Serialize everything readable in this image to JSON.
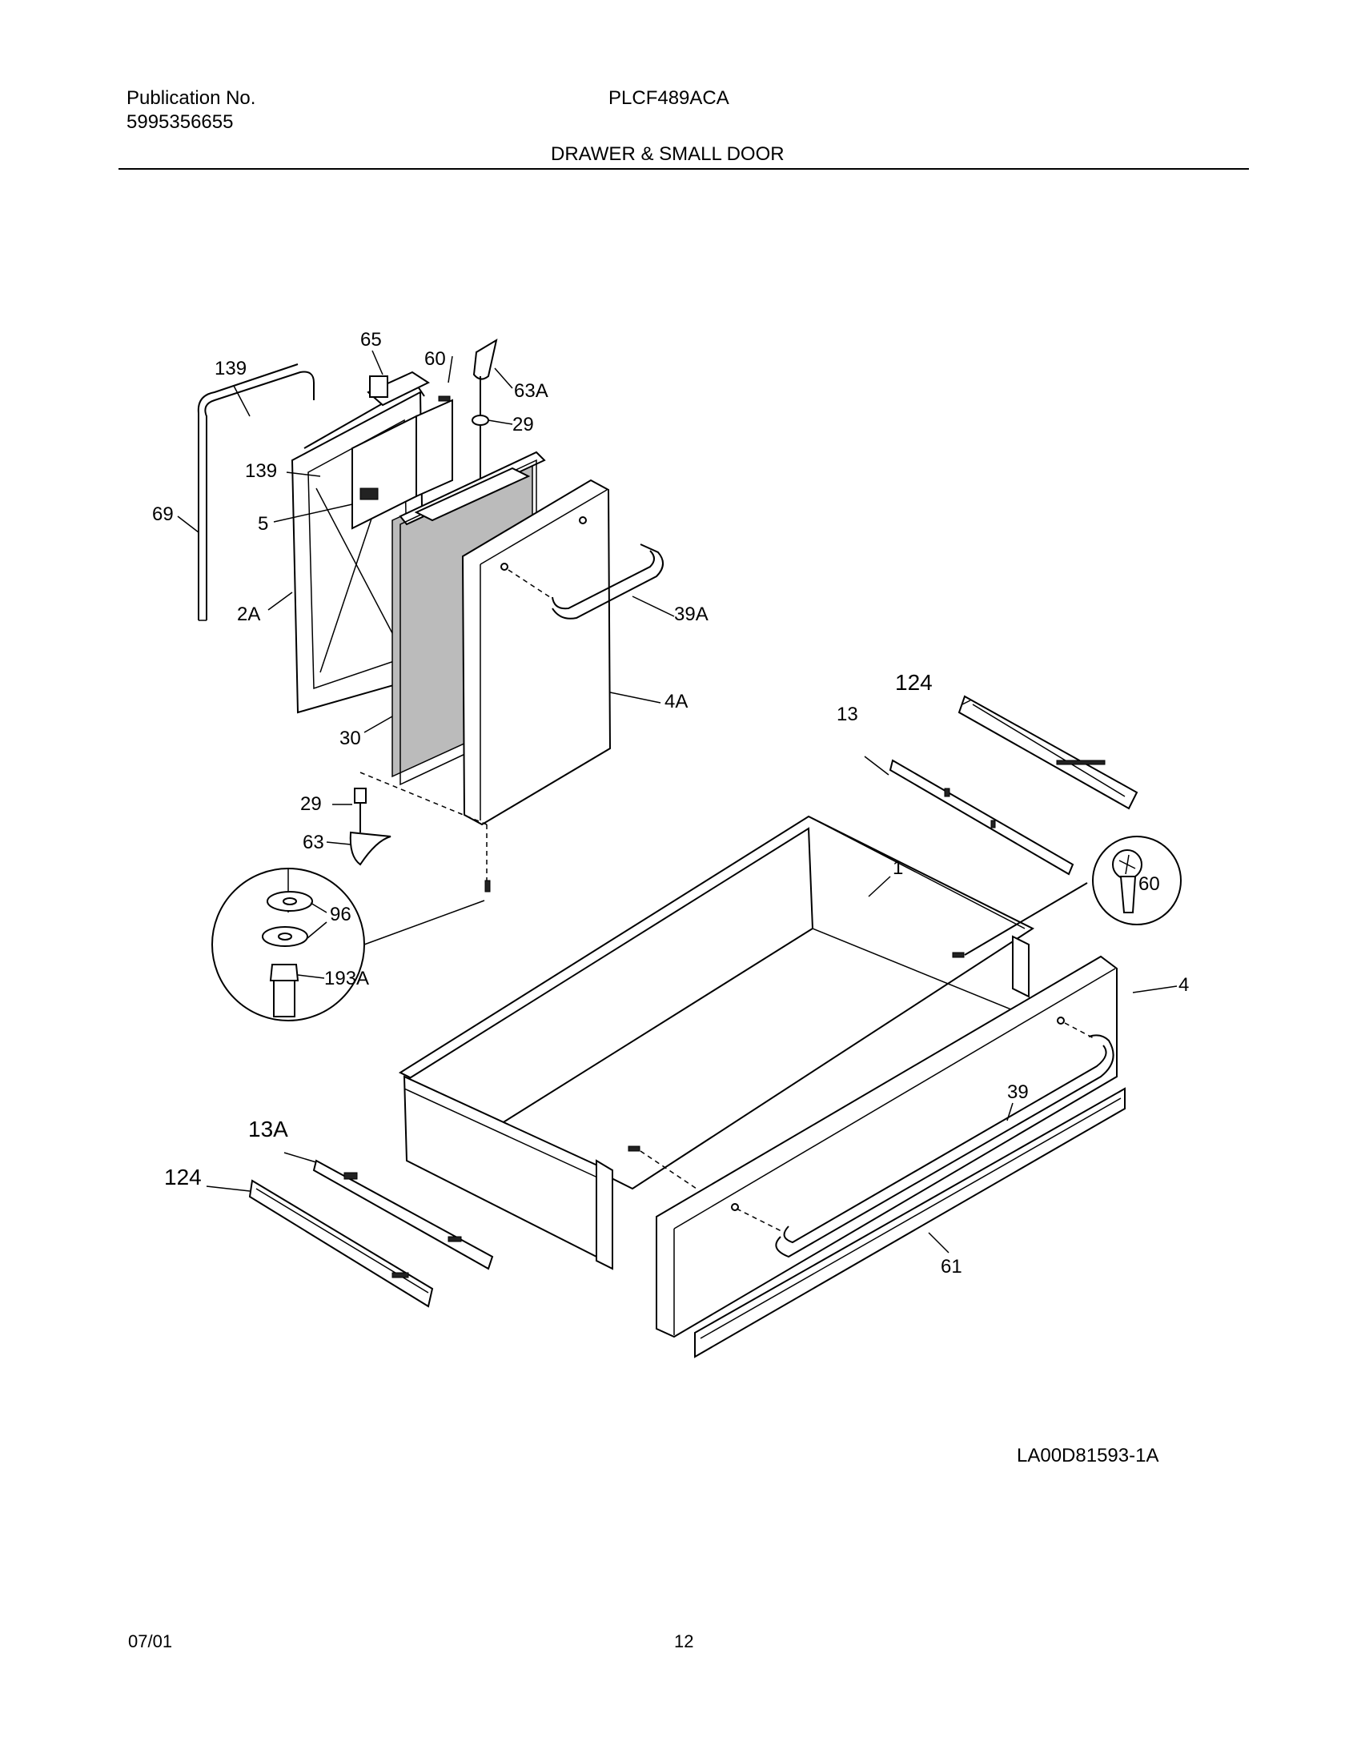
{
  "header": {
    "publication_label": "Publication No.",
    "publication_number": "5995356655",
    "model": "PLCF489ACA",
    "section_title": "DRAWER & SMALL DOOR"
  },
  "callouts": {
    "c139a": "139",
    "c65": "65",
    "c60a": "60",
    "c63A": "63A",
    "c29a": "29",
    "c139b": "139",
    "c5": "5",
    "c69": "69",
    "c2A": "2A",
    "c39A": "39A",
    "c30": "30",
    "c4A": "4A",
    "c124a": "124",
    "c13": "13",
    "c29b": "29",
    "c63": "63",
    "c1": "1",
    "c96": "96",
    "c193A": "193A",
    "c60b": "60",
    "c4": "4",
    "c39": "39",
    "c13A": "13A",
    "c124b": "124",
    "c61": "61"
  },
  "footer": {
    "reference_code": "LA00D81593-1A",
    "date": "07/01",
    "page_number": "12"
  }
}
